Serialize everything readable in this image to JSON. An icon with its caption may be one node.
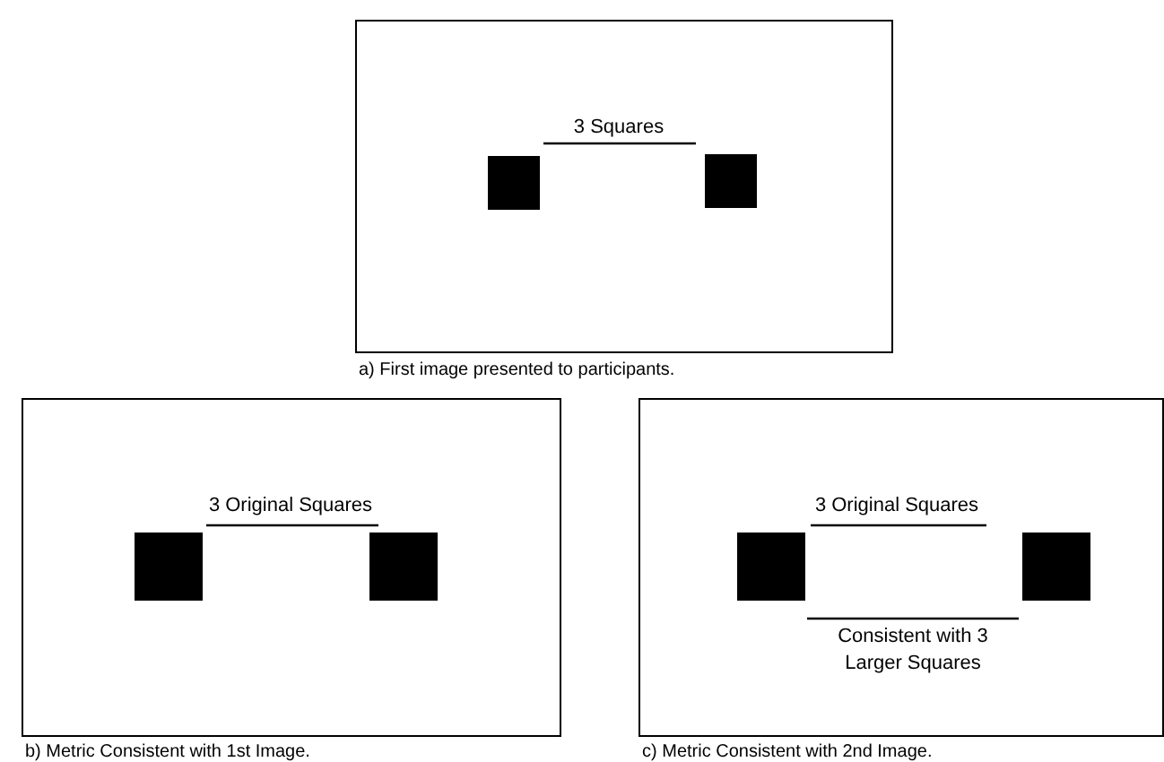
{
  "diagram": {
    "nodes": [
      {
        "text": [
          "a) First image presented to participants."
        ]
      },
      {
        "text": [],
        "shape": "box",
        "in": 0
      },
      {
        "text": [],
        "shape": "box",
        "in": 0
      },
      {
        "text": [
          "b) Metric Consistent with 1st Image."
        ]
      },
      {
        "text": [],
        "shape": "box",
        "in": 3
      },
      {
        "text": [],
        "shape": "box",
        "in": 3
      },
      {
        "text": [
          "c) Metric Consistent with 2nd Image."
        ]
      },
      {
        "text": [],
        "shape": "box",
        "in": 6
      },
      {
        "text": [],
        "shape": "box",
        "in": 6
      }
    ],
    "labels": [
      "3 Squares",
      "3 Original Squares",
      "3 Original Squares",
      "Consistent with 3 Larger Squares"
    ]
  }
}
